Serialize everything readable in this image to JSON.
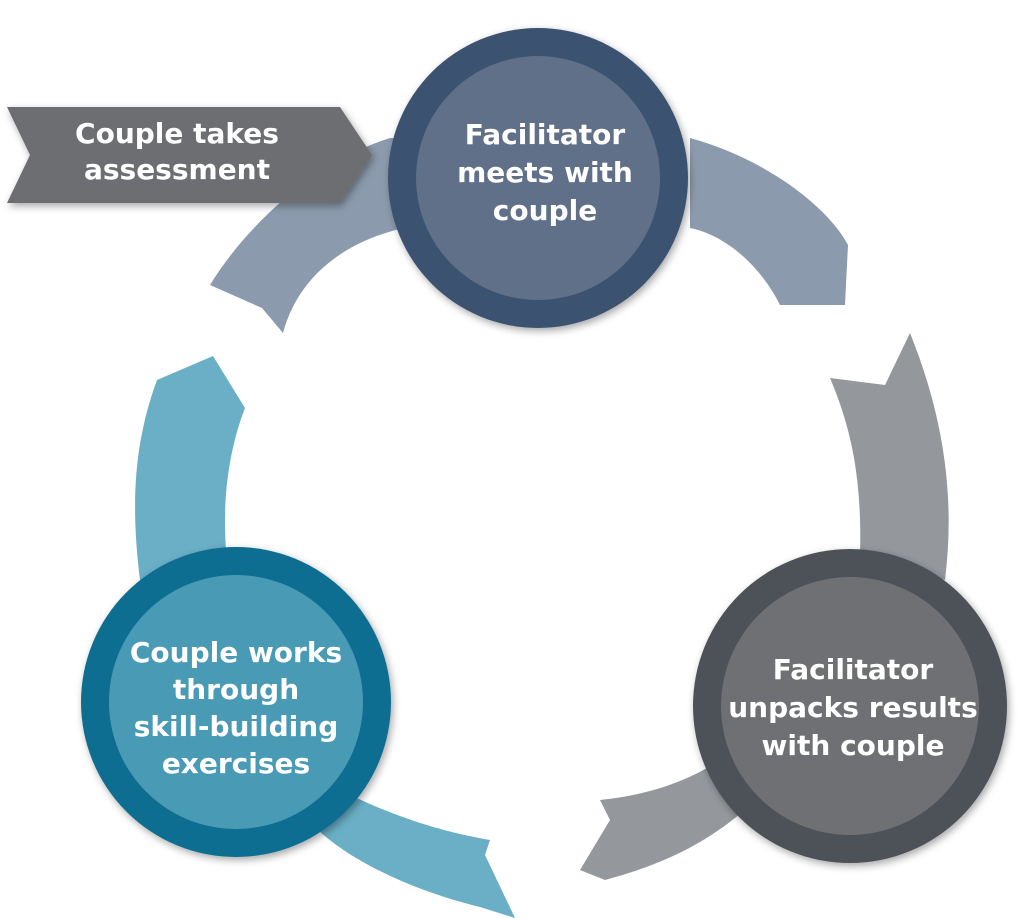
{
  "diagram": {
    "start_label": [
      "Couple takes",
      "assessment"
    ],
    "nodes": [
      {
        "lines": [
          "Facilitator",
          "meets with",
          "couple"
        ]
      },
      {
        "lines": [
          "Facilitator",
          "unpacks results",
          "with couple"
        ]
      },
      {
        "lines": [
          "Couple works",
          "through",
          "skill-building",
          "exercises"
        ]
      }
    ]
  },
  "colors": {
    "arrow_top": "#8b9bad",
    "arrow_right": "#94989c",
    "arrow_left": "#6aafc6",
    "node_top_outer": "#3a5370",
    "node_top_inner": "#5f6f88",
    "node_right_outer": "#4d5158",
    "node_right_inner": "#6e6f73",
    "node_left_outer": "#0f6e92",
    "node_left_inner": "#4a9ab5",
    "start_banner": "#6d6e71"
  }
}
